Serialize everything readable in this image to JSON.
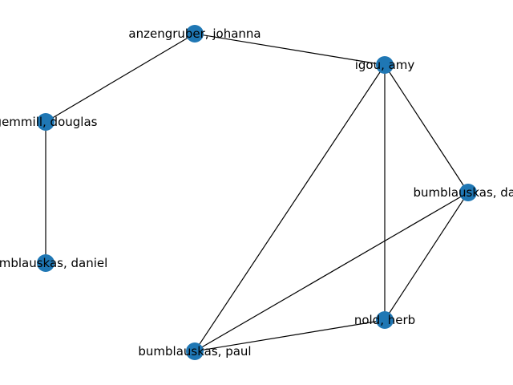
{
  "graph": {
    "node_color": "#1f77b4",
    "edge_color": "#000000",
    "nodes": [
      {
        "id": "anzengruber",
        "label": "anzengruber, johanna"
      },
      {
        "id": "igou",
        "label": "igou, amy"
      },
      {
        "id": "gemmill",
        "label": "gemmill, douglas"
      },
      {
        "id": "bumblauskas_dan",
        "label": "bumblauskas, dan"
      },
      {
        "id": "bumblauskas_daniel",
        "label": "bumblauskas, daniel"
      },
      {
        "id": "nold",
        "label": "nold, herb"
      },
      {
        "id": "bumblauskas_paul",
        "label": "bumblauskas, paul"
      }
    ],
    "edges": [
      [
        "anzengruber",
        "igou"
      ],
      [
        "anzengruber",
        "gemmill"
      ],
      [
        "gemmill",
        "bumblauskas_daniel"
      ],
      [
        "igou",
        "bumblauskas_dan"
      ],
      [
        "igou",
        "nold"
      ],
      [
        "igou",
        "bumblauskas_paul"
      ],
      [
        "bumblauskas_dan",
        "nold"
      ],
      [
        "bumblauskas_dan",
        "bumblauskas_paul"
      ],
      [
        "nold",
        "bumblauskas_paul"
      ]
    ]
  }
}
